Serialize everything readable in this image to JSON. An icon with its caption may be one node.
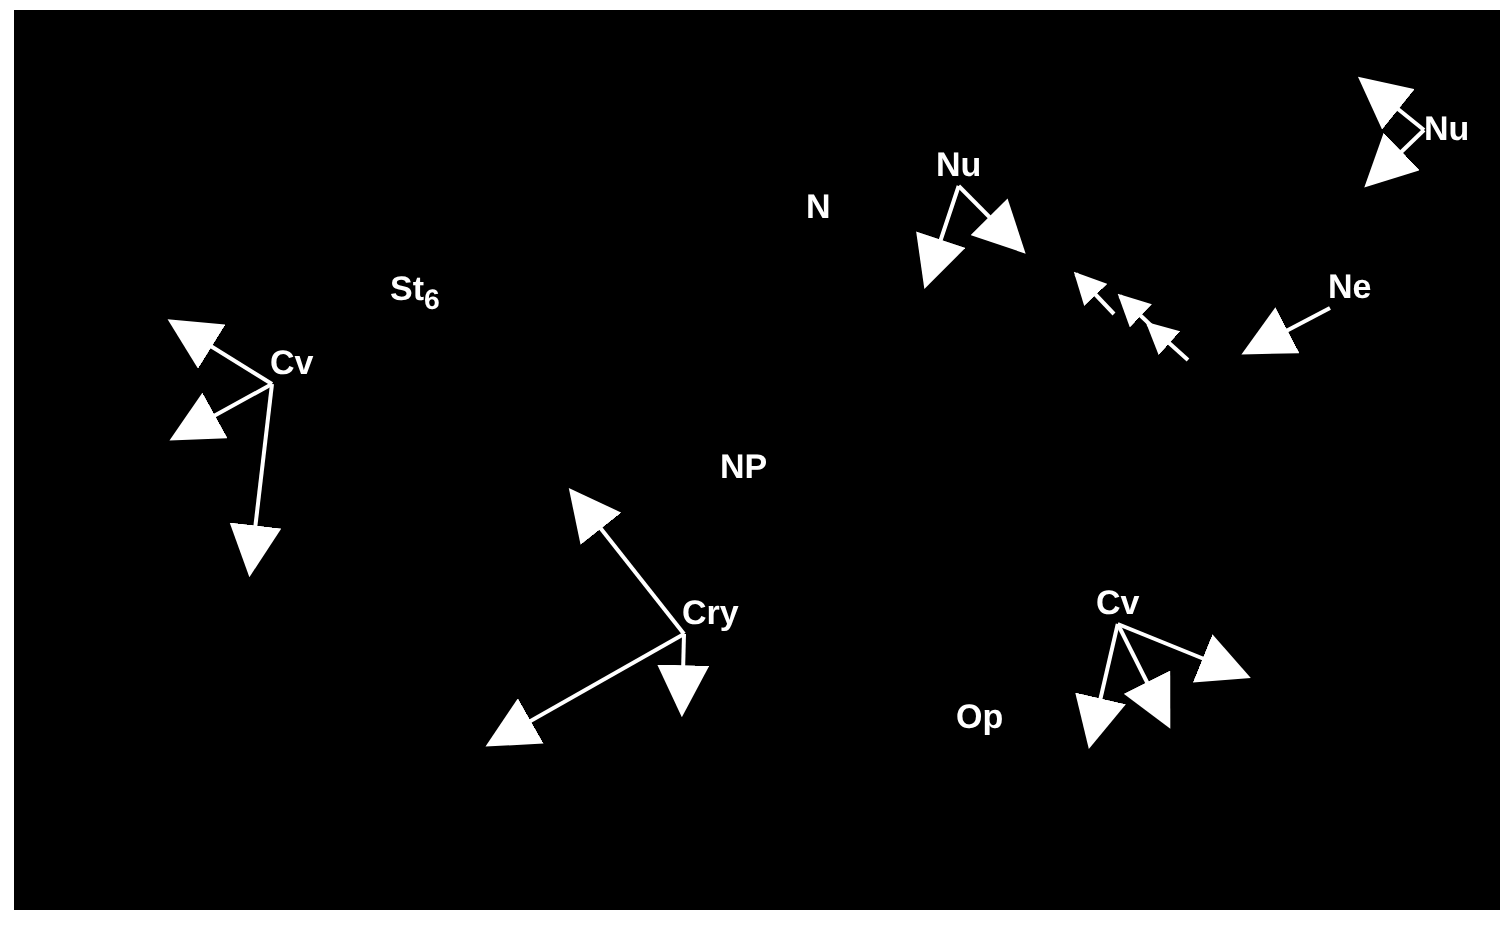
{
  "diagram": {
    "nodes": [
      {
        "text": [
          "Nu"
        ]
      },
      {
        "text": [
          "Nu"
        ]
      },
      {
        "text": [
          "Ne"
        ]
      },
      {
        "text": [
          "Cv"
        ]
      },
      {
        "text": [
          "Cry"
        ]
      },
      {
        "text": [
          "Cv"
        ]
      }
    ],
    "edges": [
      {
        "from": 0,
        "to": null,
        "arrow": "to"
      },
      {
        "from": 0,
        "to": null,
        "arrow": "to"
      },
      {
        "from": 1,
        "to": null,
        "arrow": "to"
      },
      {
        "from": 1,
        "to": null,
        "arrow": "to"
      },
      {
        "from": 2,
        "to": null,
        "arrow": "to"
      },
      {
        "from": 3,
        "to": null,
        "arrow": "to"
      },
      {
        "from": 3,
        "to": null,
        "arrow": "to"
      },
      {
        "from": 3,
        "to": null,
        "arrow": "to"
      },
      {
        "from": 4,
        "to": null,
        "arrow": "to"
      },
      {
        "from": 4,
        "to": null,
        "arrow": "to"
      },
      {
        "from": 4,
        "to": null,
        "arrow": "to"
      },
      {
        "from": 5,
        "to": null,
        "arrow": "to"
      },
      {
        "from": 5,
        "to": null,
        "arrow": "to"
      },
      {
        "from": 5,
        "to": null,
        "arrow": "to"
      }
    ],
    "labels": [
      "St$_{6}$",
      "N",
      "NP",
      "Op"
    ]
  }
}
